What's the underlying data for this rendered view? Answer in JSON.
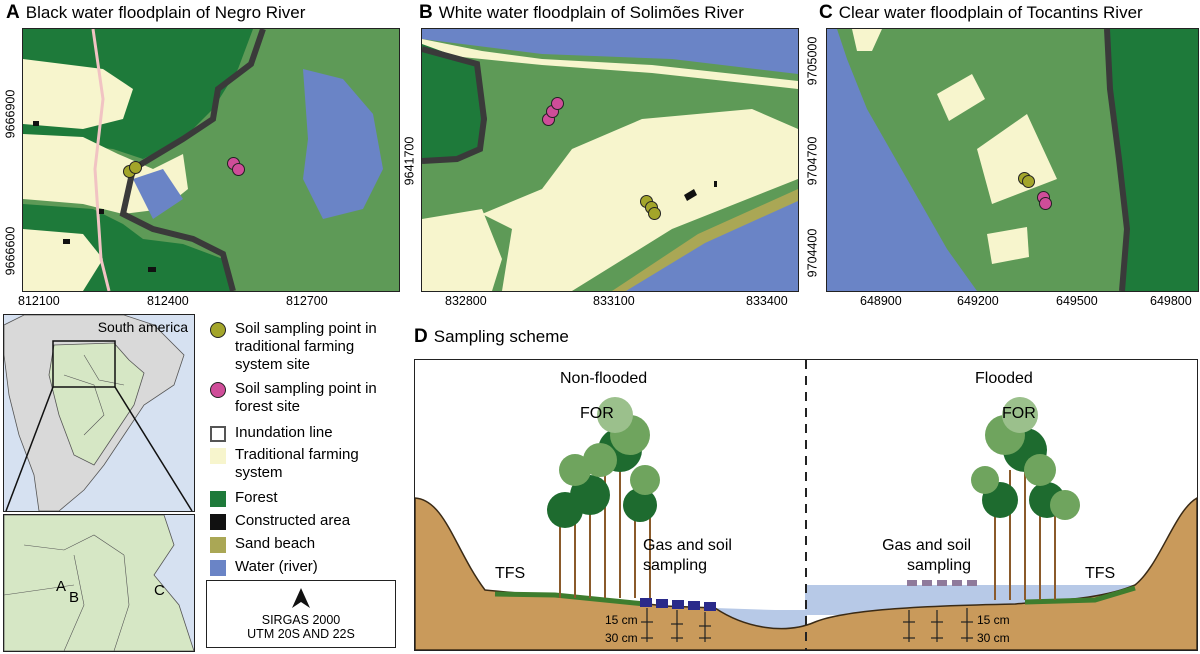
{
  "panels": {
    "a": {
      "letter": "A",
      "title": "Black water floodplain of Negro River",
      "x_ticks": [
        "812100",
        "812400",
        "812700"
      ],
      "y_ticks": [
        "9666900",
        "9666600"
      ]
    },
    "b": {
      "letter": "B",
      "title": "White water floodplain of Solimões River",
      "x_ticks": [
        "832800",
        "833100",
        "833400"
      ],
      "y_ticks": [
        "9641700"
      ]
    },
    "c": {
      "letter": "C",
      "title": "Clear water floodplain of Tocantins River",
      "x_ticks": [
        "648900",
        "649200",
        "649500",
        "649800"
      ],
      "y_ticks": [
        "9705000",
        "9704700",
        "9704400"
      ]
    },
    "d": {
      "letter": "D",
      "title": "Sampling scheme",
      "non_flooded": "Non-flooded",
      "flooded": "Flooded",
      "for_left": "FOR",
      "for_right": "FOR",
      "tfs_left": "TFS",
      "tfs_right": "TFS",
      "gas_left": "Gas and soil sampling",
      "gas_right": "Gas and soil sampling",
      "depth_15_left": "15 cm",
      "depth_30_left": "30 cm",
      "depth_15_right": "15 cm",
      "depth_30_right": "30 cm"
    }
  },
  "inset": {
    "label": "South america",
    "site_a": "A",
    "site_b": "B",
    "site_c": "C"
  },
  "legend": [
    {
      "label": "Soil sampling point in traditional farming system site",
      "color": "#a3a52a",
      "shape": "circle"
    },
    {
      "label": "Soil sampling point in forest site",
      "color": "#cf4d99",
      "shape": "circle"
    },
    {
      "label": "Inundation line",
      "color": "#555555",
      "shape": "outline-square"
    },
    {
      "label": "Traditional farming system",
      "color": "#f7f5cd",
      "shape": "square"
    },
    {
      "label": "Forest",
      "color": "#1e7a3a",
      "shape": "square"
    },
    {
      "label": "Constructed area",
      "color": "#111111",
      "shape": "square"
    },
    {
      "label": "Sand beach",
      "color": "#aaa755",
      "shape": "square"
    },
    {
      "label": "Water (river)",
      "color": "#6a84c6",
      "shape": "square"
    }
  ],
  "crs": {
    "line1": "SIRGAS 2000",
    "line2": "UTM 20S AND 22S"
  },
  "colors": {
    "grass": "#5e9a57",
    "forest": "#1e7a3a",
    "farm": "#f7f5cd",
    "water": "#6a84c6",
    "soil": "#c99a5b"
  }
}
